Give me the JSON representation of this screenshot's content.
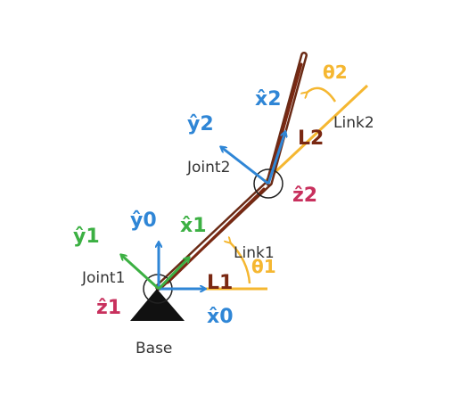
{
  "labels": {
    "base": "Base",
    "joint1": "Joint1",
    "joint2": "Joint2",
    "link1": "Link1",
    "link2": "Link2"
  },
  "annotations": {
    "L1": "L1",
    "L2": "L2",
    "theta1": "θ1",
    "theta2": "θ2",
    "x0": "x̂0",
    "y0": "ŷ0",
    "x1": "x̂1",
    "y1": "ŷ1",
    "z1": "ẑ1",
    "x2": "x̂2",
    "y2": "ŷ2",
    "z2": "ẑ2"
  },
  "colors": {
    "frame0": "#2f86d6",
    "frame1": "#3cb043",
    "frame2": "#2f86d6",
    "z_axis": "#c8305d",
    "angle": "#f5b731",
    "link_length": "#7a2812",
    "link_body": "#6b2b16",
    "base": "#111111"
  }
}
